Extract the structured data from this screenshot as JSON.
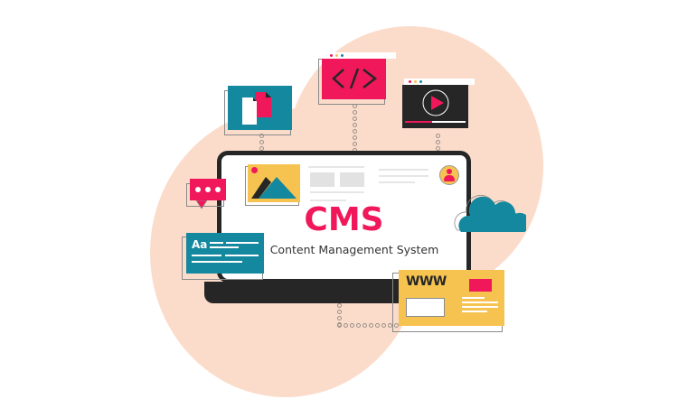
{
  "illustration": {
    "title": "CMS",
    "subtitle": "Content Management System",
    "text_card_label": "Aa",
    "website_card_label": "WWW"
  },
  "colors": {
    "background": "#ffffff",
    "blob": "#fbdccb",
    "accent_red": "#f0185a",
    "teal": "#13889f",
    "yellow": "#f6c350",
    "dark": "#262626"
  },
  "icons": [
    "document-files-icon",
    "code-icon",
    "video-play-icon",
    "chat-bubble-icon",
    "text-font-icon",
    "image-icon",
    "user-avatar-icon",
    "cloud-icon",
    "website-www-icon"
  ]
}
